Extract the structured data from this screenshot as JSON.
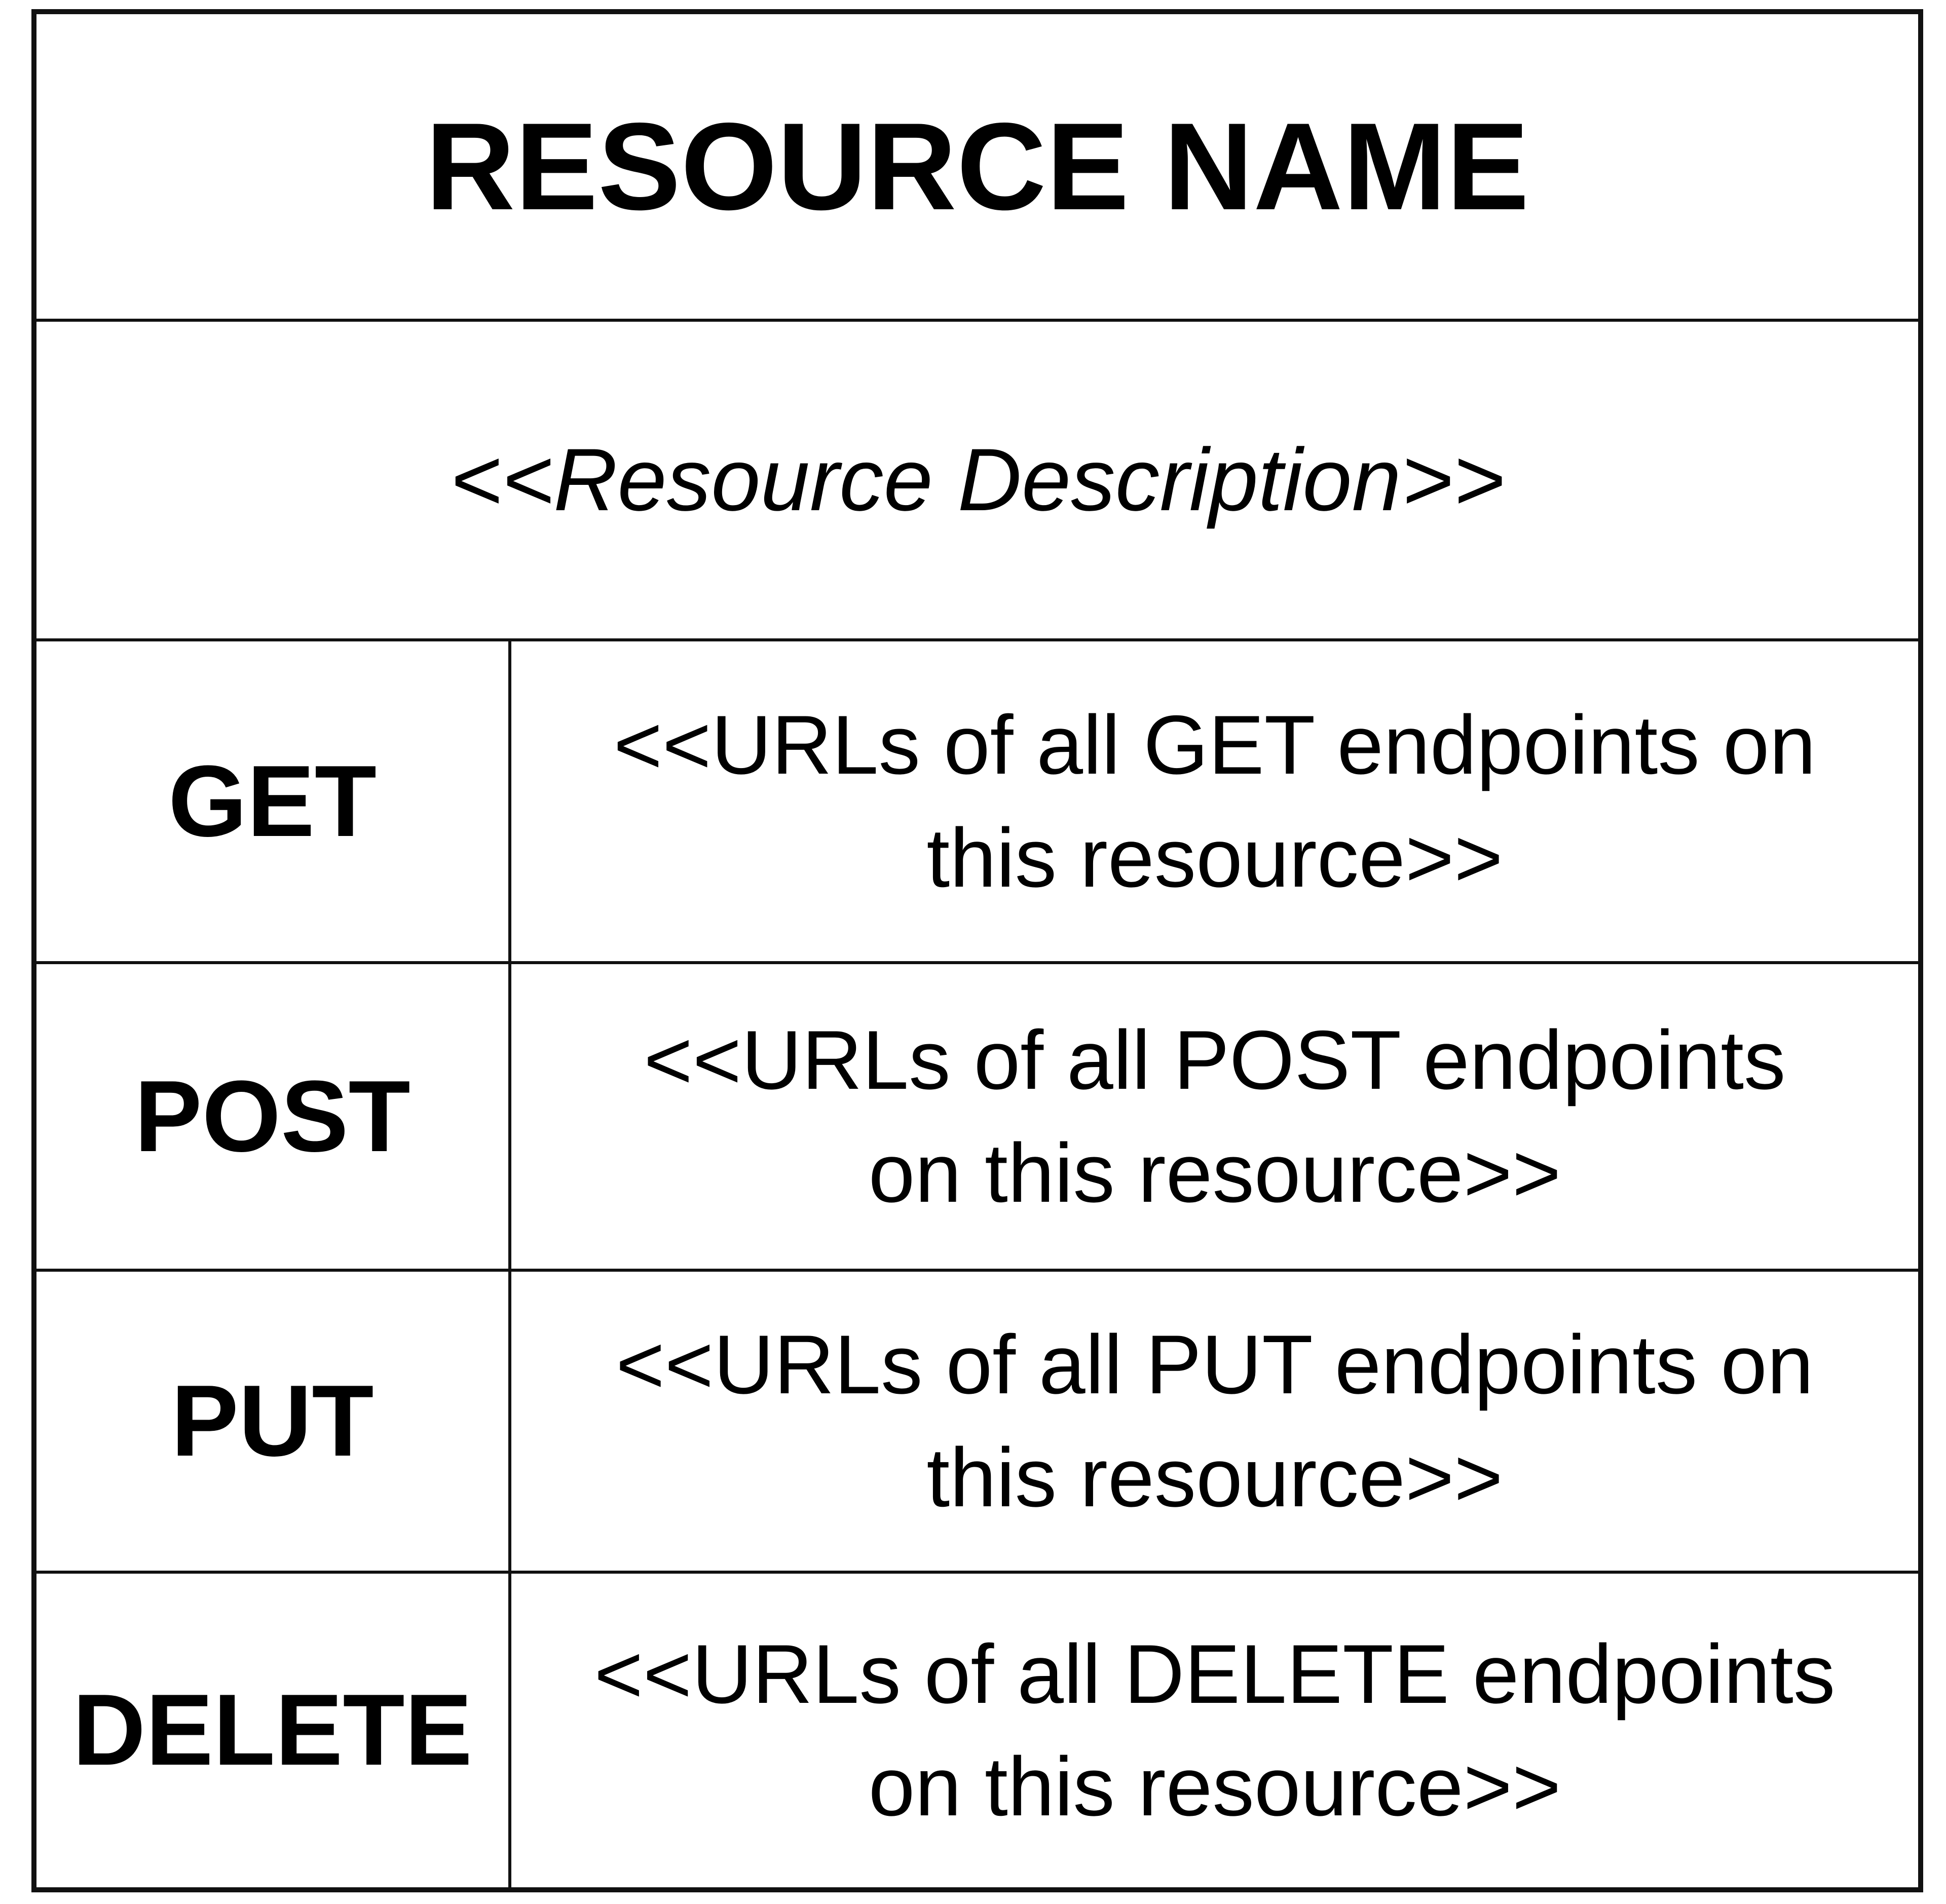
{
  "diagram": {
    "title": "RESOURCE NAME",
    "description": "<<Resource Description>>",
    "rows": [
      {
        "method": "GET",
        "endpoints": "<<URLs of all GET endpoints on this resource>>"
      },
      {
        "method": "POST",
        "endpoints": "<<URLs of all POST endpoints on this resource>>"
      },
      {
        "method": "PUT",
        "endpoints": "<<URLs of all PUT endpoints on this resource>>"
      },
      {
        "method": "DELETE",
        "endpoints": "<<URLs of all DELETE endpoints on this resource>>"
      }
    ],
    "colors": {
      "border": "#111111",
      "text": "#000000",
      "background": "#ffffff"
    }
  }
}
